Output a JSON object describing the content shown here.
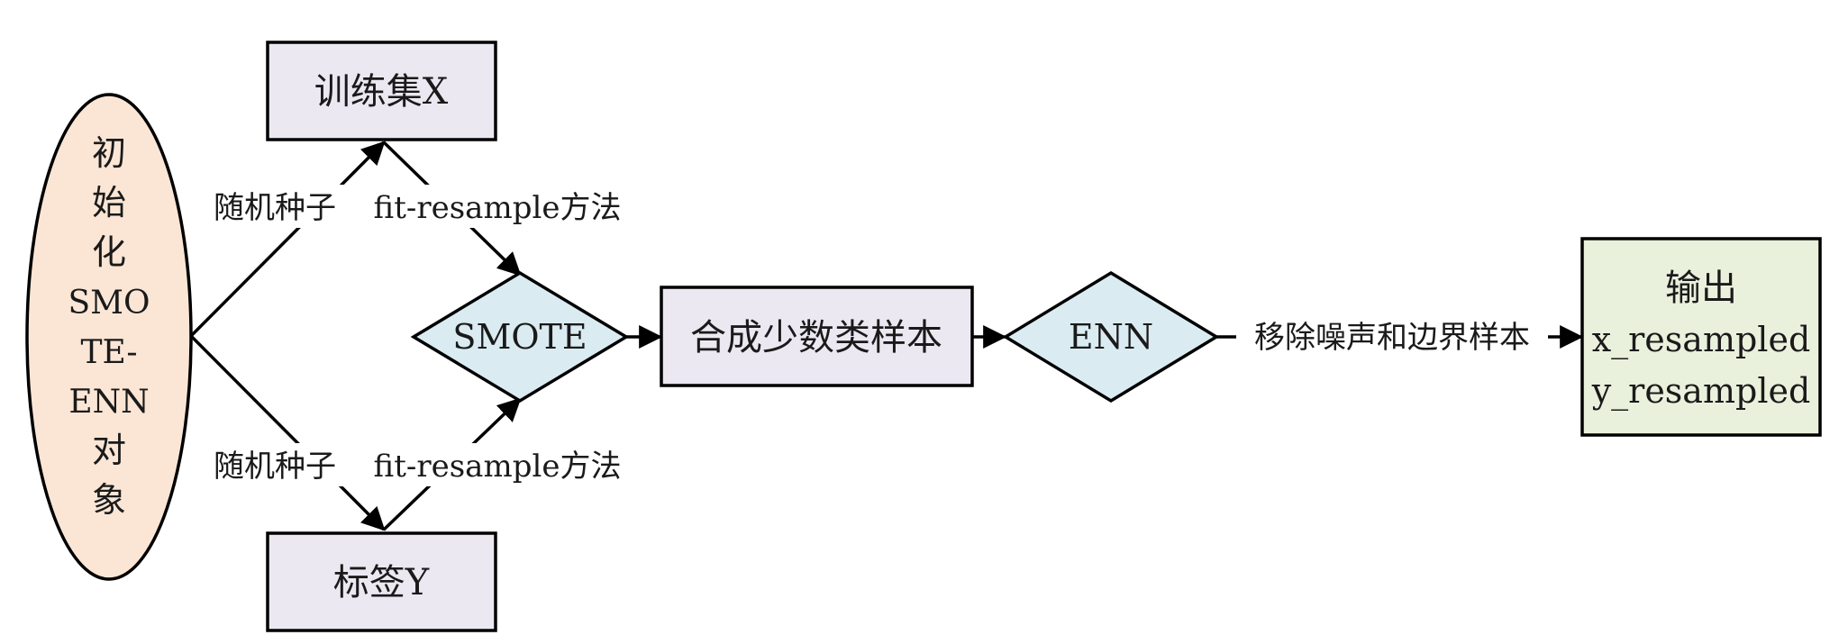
{
  "nodes": {
    "init": {
      "lines": [
        "初",
        "始",
        "化",
        "SMO",
        "TE-",
        "ENN",
        "对",
        "象"
      ],
      "fill": "#fbe6d6"
    },
    "train_x": {
      "label": "训练集X",
      "fill": "#ebe8f2"
    },
    "label_y": {
      "label": "标签Y",
      "fill": "#ebe8f2"
    },
    "smote": {
      "label": "SMOTE",
      "fill": "#daebf2"
    },
    "synth": {
      "label": "合成少数类样本",
      "fill": "#ebe8f2"
    },
    "enn": {
      "label": "ENN",
      "fill": "#daebf2"
    },
    "output": {
      "lines": [
        "输出",
        "x_resampled",
        "y_resampled"
      ],
      "fill": "#e9f0dc"
    }
  },
  "edges": {
    "seed_top": "随机种子",
    "seed_bottom": "随机种子",
    "fit_top": "fit-resample方法",
    "fit_bottom": "fit-resample方法",
    "remove_noise": "移除噪声和边界样本"
  }
}
